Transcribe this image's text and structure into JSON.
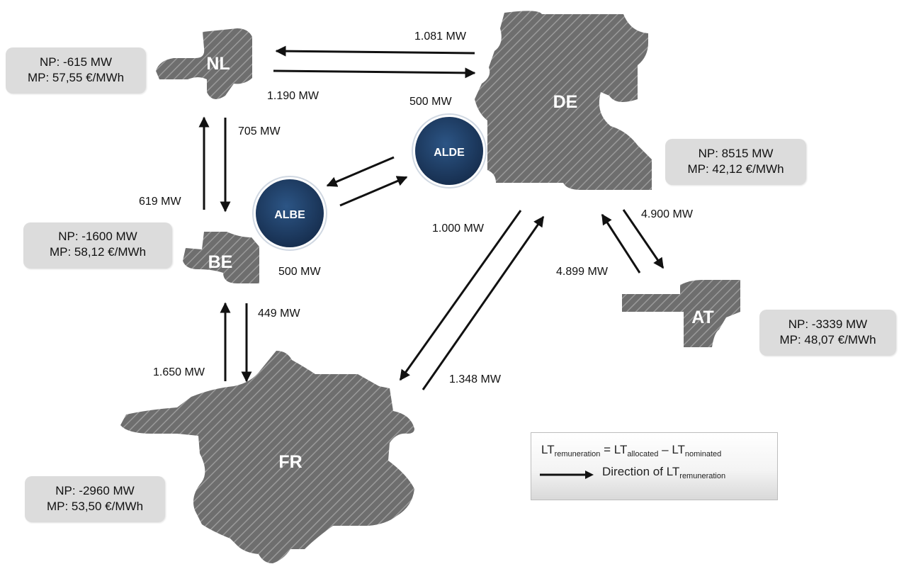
{
  "countries": {
    "nl": "NL",
    "de": "DE",
    "be": "BE",
    "fr": "FR",
    "at": "AT"
  },
  "hubs": {
    "alde": "ALDE",
    "albe": "ALBE"
  },
  "info_boxes": {
    "nl": {
      "np": "NP: -615 MW",
      "mp": "MP: 57,55 €/MWh"
    },
    "de": {
      "np": "NP: 8515 MW",
      "mp": "MP: 42,12 €/MWh"
    },
    "be": {
      "np": "NP: -1600 MW",
      "mp": "MP: 58,12 €/MWh"
    },
    "at": {
      "np": "NP: -3339 MW",
      "mp": "MP: 48,07 €/MWh"
    },
    "fr": {
      "np": "NP: -2960 MW",
      "mp": "MP: 53,50 €/MWh"
    }
  },
  "flows": {
    "de_to_nl": "1.081 MW",
    "nl_to_de": "1.190 MW",
    "nl_to_be": "705 MW",
    "be_to_nl": "619 MW",
    "alde_label": "500 MW",
    "albe_label": "500 MW",
    "be_to_fr": "449 MW",
    "fr_to_be": "1.650 MW",
    "de_to_fr": "1.000 MW",
    "fr_to_de": "1.348 MW",
    "de_to_at": "4.900 MW",
    "at_to_de": "4.899 MW"
  },
  "legend": {
    "lt": "LT",
    "remuneration": "remuneration",
    "equals": " = ",
    "allocated": "allocated",
    "minus": " – ",
    "nominated": "nominated",
    "direction_text": "Direction of LT"
  },
  "colors": {
    "country_fill": "#6e6e6e",
    "hatch_line": "#9a9a9a",
    "hub_fill": "#1f3f66",
    "info_box": "#dcdcdc"
  }
}
